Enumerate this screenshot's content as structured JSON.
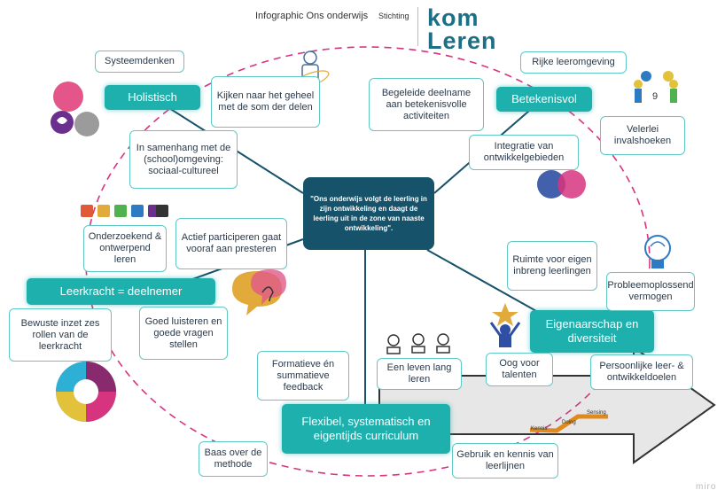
{
  "header": {
    "title": "Infographic Ons onderwijs",
    "stichting": "Stichting",
    "logo_line1": "kom",
    "logo_line2": "Leren"
  },
  "center_text": "\"Ons onderwijs volgt de leerling in zijn ontwikkeling en daagt de leerling uit in de zone van naaste ontwikkeling\".",
  "key_nodes": {
    "holistisch": "Holistisch",
    "betekenisvol": "Betekenisvol",
    "leerkracht": "Leerkracht = deelnemer",
    "eigenaarschap": "Eigenaarschap en diversiteit",
    "flexibel": "Flexibel, systematisch en eigentijds curriculum"
  },
  "notes": {
    "systeemdenken": "Systeemdenken",
    "kijken": "Kijken naar het geheel met de som der delen",
    "samenhang": "In samenhang met de (school)omgeving: sociaal-cultureel",
    "rijke": "Rijke leeromgeving",
    "begeleide": "Begeleide deelname aan betekenisvolle activiteiten",
    "velerlei": "Velerlei invalshoeken",
    "integratie": "Integratie van ontwikkelgebieden",
    "onderzoekend": "Onderzoekend & ontwerpend leren",
    "actief": "Actief participeren gaat vooraf aan presteren",
    "bewuste": "Bewuste inzet zes rollen van de leerkracht",
    "luisteren": "Goed luisteren en goede vragen stellen",
    "formatieve": "Formatieve én summatieve feedback",
    "leven": "Een leven lang leren",
    "oog": "Oog voor talenten",
    "ruimte": "Ruimte voor eigen inbreng leerlingen",
    "probleem": "Probleemoplossend vermogen",
    "persoonlijke": "Persoonlijke leer- & ontwikkeldoelen",
    "baas": "Baas over de methode",
    "gebruik": "Gebruik en kennis van leerlijnen"
  },
  "graphic_labels": {
    "kennis": "Kennis",
    "doing": "Doing",
    "sensing": "Sensing"
  },
  "watermark": "miro",
  "colors": {
    "teal": "#1eb0ad",
    "navy": "#16526a",
    "dashed_ellipse": "#d6347f",
    "box_border": "#5fc8c4"
  }
}
